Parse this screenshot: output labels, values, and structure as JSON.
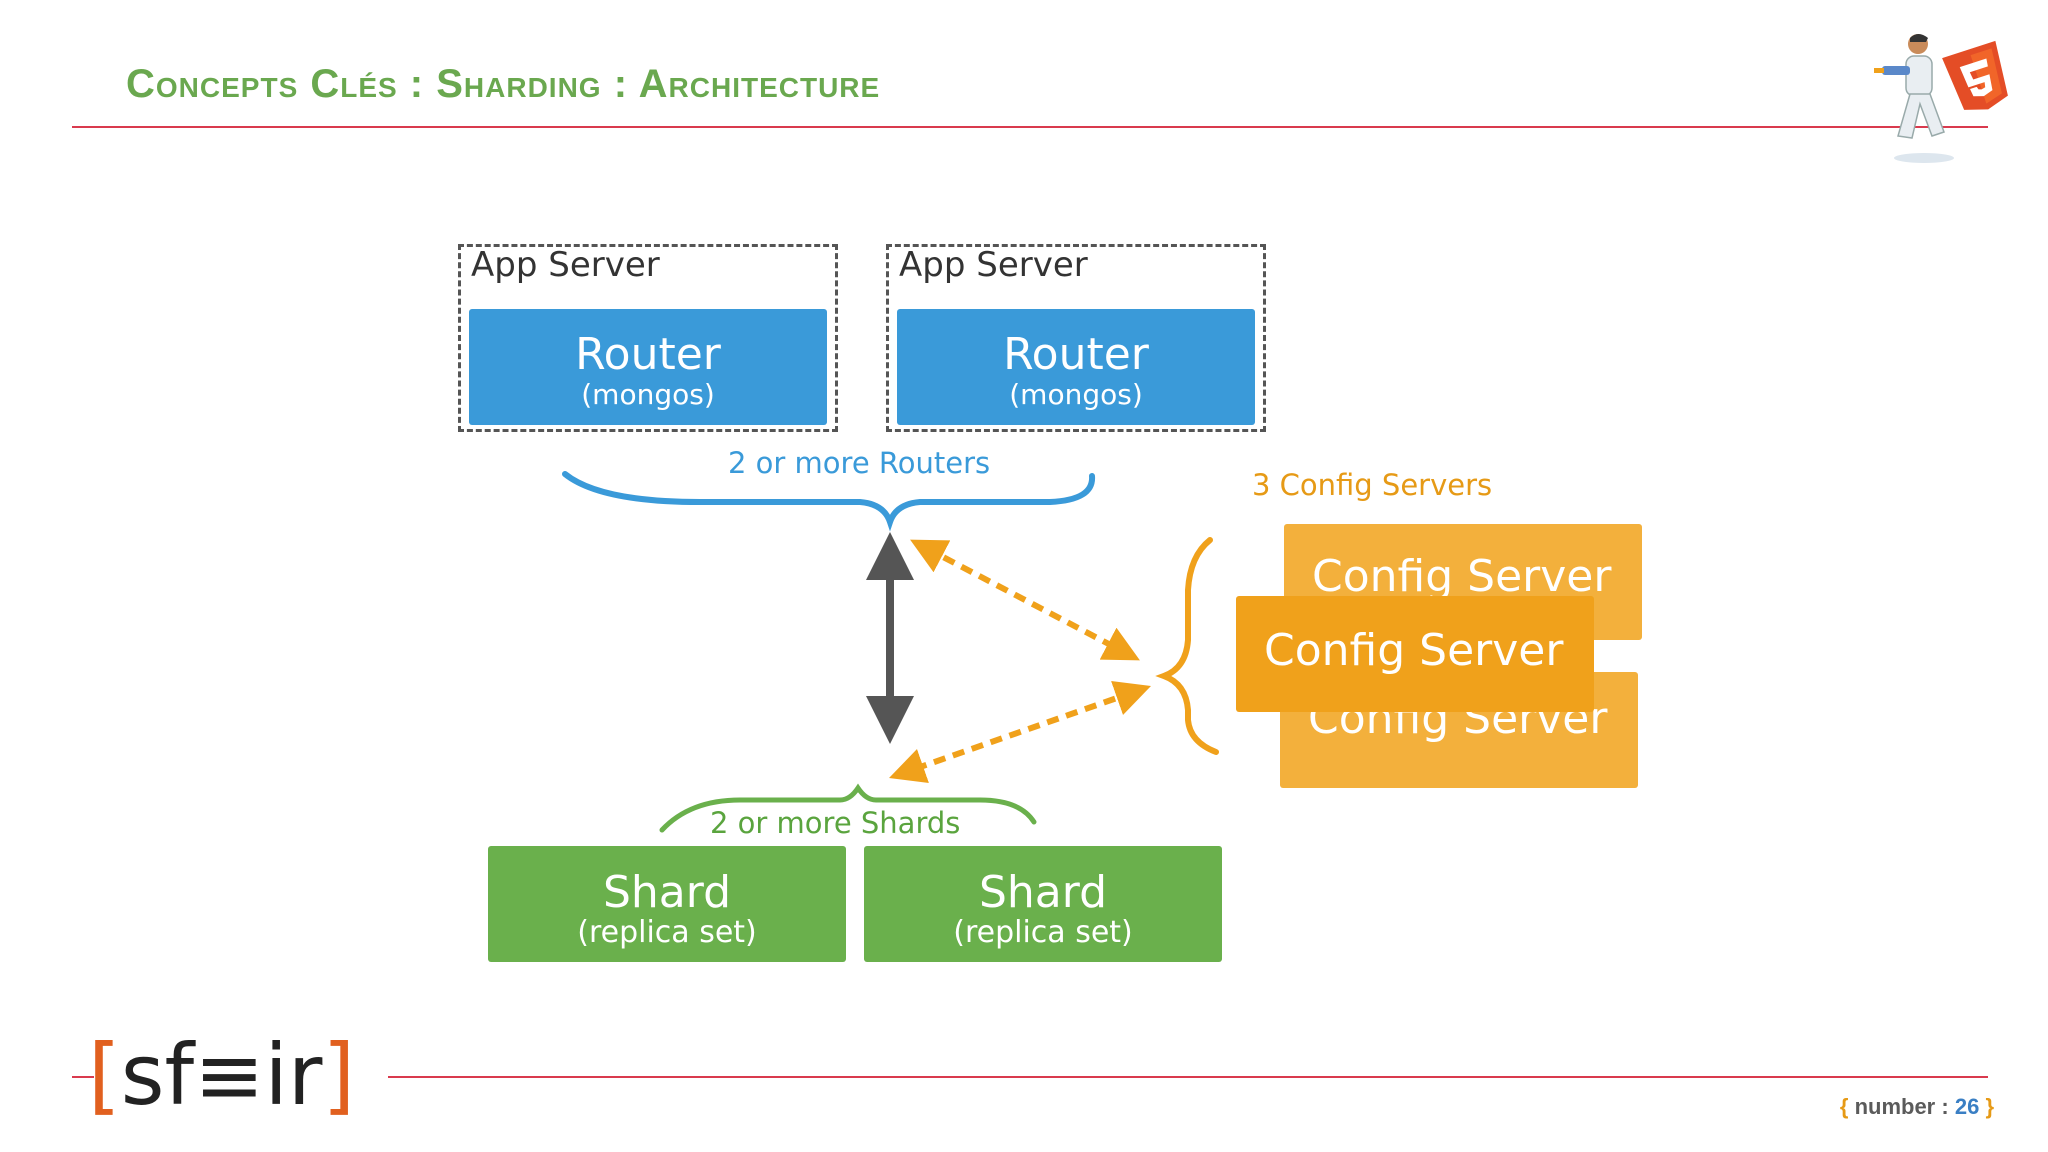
{
  "header": {
    "title": "Concepts Clés : Sharding : Architecture"
  },
  "diagram": {
    "app_servers": [
      {
        "label": "App Server",
        "router": "Router",
        "router_sub": "(mongos)"
      },
      {
        "label": "App Server",
        "router": "Router",
        "router_sub": "(mongos)"
      }
    ],
    "routers_note": "2 or more Routers",
    "config_note": "3 Config Servers",
    "config_servers": [
      "Config Server",
      "Config Server",
      "Config Server"
    ],
    "shards_note": "2 or more Shards",
    "shards": [
      {
        "label": "Shard",
        "sub": "(replica set)"
      },
      {
        "label": "Shard",
        "sub": "(replica set)"
      }
    ]
  },
  "footer": {
    "logo": {
      "open": "[",
      "text": "sf≡ir",
      "close": "]"
    },
    "page": {
      "open": "{",
      "label": "number",
      "sep": ":",
      "value": "26",
      "close": "}"
    }
  },
  "colors": {
    "title": "#6aa84f",
    "rule": "#d93a4e",
    "router": "#3a9ad9",
    "shard": "#6ab04c",
    "config": "#f0a11b",
    "arrow_gray": "#555555"
  },
  "icons": [
    "html5-mascot-icon"
  ]
}
